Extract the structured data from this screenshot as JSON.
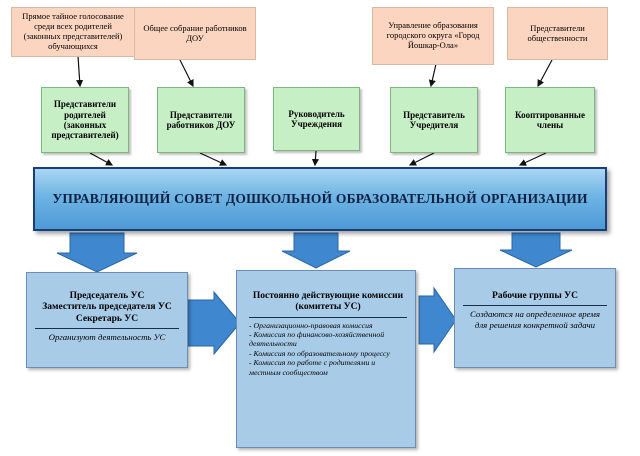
{
  "top_boxes": [
    "Прямое тайное голосование среди всех родителей (законных представителей) обучающихся",
    "Общее собрание работников ДОУ",
    "Управление образования городского округа «Город Йошкар-Ола»",
    "Представители общественности"
  ],
  "middle_boxes": [
    "Представители родителей (законных представителей)",
    "Представители работников ДОУ",
    "Руководитель Учреждения",
    "Представитель Учредителя",
    "Кооптированные члены"
  ],
  "banner": "УПРАВЛЯЮЩИЙ СОВЕТ ДОШКОЛЬНОЙ ОБРАЗОВАТЕЛЬНОЙ ОРГАНИЗАЦИИ",
  "left_card": {
    "line1": "Председатель УС",
    "line2": "Заместитель председателя УС",
    "line3": "Секретарь УС",
    "note": "Организуют деятельность УС"
  },
  "center_card": {
    "head1": "Постоянно действующие комиссии",
    "head2": "(комитеты УС)",
    "items": [
      "- Организационно-правовая комиссия",
      "- Комиссия по финансово-хозяйственной деятельности",
      "- Комиссия по образовательному процессу",
      "- Комиссия по работе с родителями и местным сообществом"
    ]
  },
  "right_card": {
    "title": "Рабочие группы УС",
    "note": "Создаются на определенное время для решения конкретной задачи"
  },
  "colors": {
    "top_fill": "#fbd5c0",
    "middle_fill": "#c6efc6",
    "banner_fill": "#6fb4e4",
    "card_fill": "#a8cbe8",
    "chevron_fill": "#3f88cf"
  }
}
